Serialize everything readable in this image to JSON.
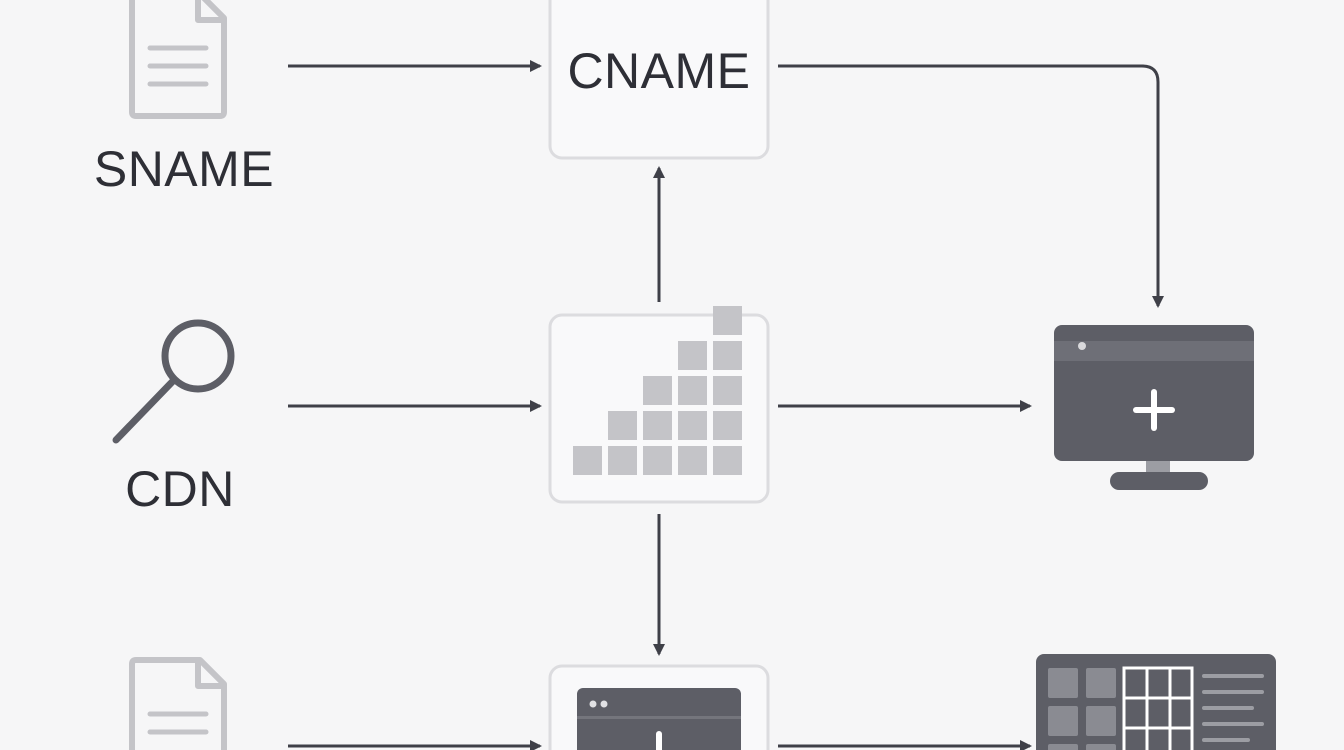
{
  "diagram": {
    "nodes": {
      "sname": {
        "label": "SNAME",
        "icon": "document-icon"
      },
      "cdn": {
        "label": "CDN",
        "icon": "magnifier-icon"
      },
      "bottom_doc": {
        "icon": "document-icon"
      },
      "cname": {
        "label": "CNAME"
      },
      "blocks": {
        "icon": "block-grid-icon"
      },
      "monitor": {
        "icon": "monitor-plus-icon"
      },
      "bottom_window": {
        "icon": "window-plus-icon"
      },
      "dashboard": {
        "icon": "dashboard-icon"
      }
    },
    "edges": [
      {
        "from": "sname",
        "to": "cname"
      },
      {
        "from": "cname",
        "to": "monitor"
      },
      {
        "from": "blocks",
        "to": "cname"
      },
      {
        "from": "cdn",
        "to": "blocks"
      },
      {
        "from": "blocks",
        "to": "monitor"
      },
      {
        "from": "blocks",
        "to": "bottom_window"
      },
      {
        "from": "bottom_doc",
        "to": "bottom_window"
      },
      {
        "from": "bottom_window",
        "to": "dashboard"
      }
    ],
    "colors": {
      "background": "#f6f6f7",
      "line": "#3f4048",
      "icon_light": "#c4c4c8",
      "icon_dark": "#5d5e66",
      "box_border": "#dcdcdf"
    }
  }
}
